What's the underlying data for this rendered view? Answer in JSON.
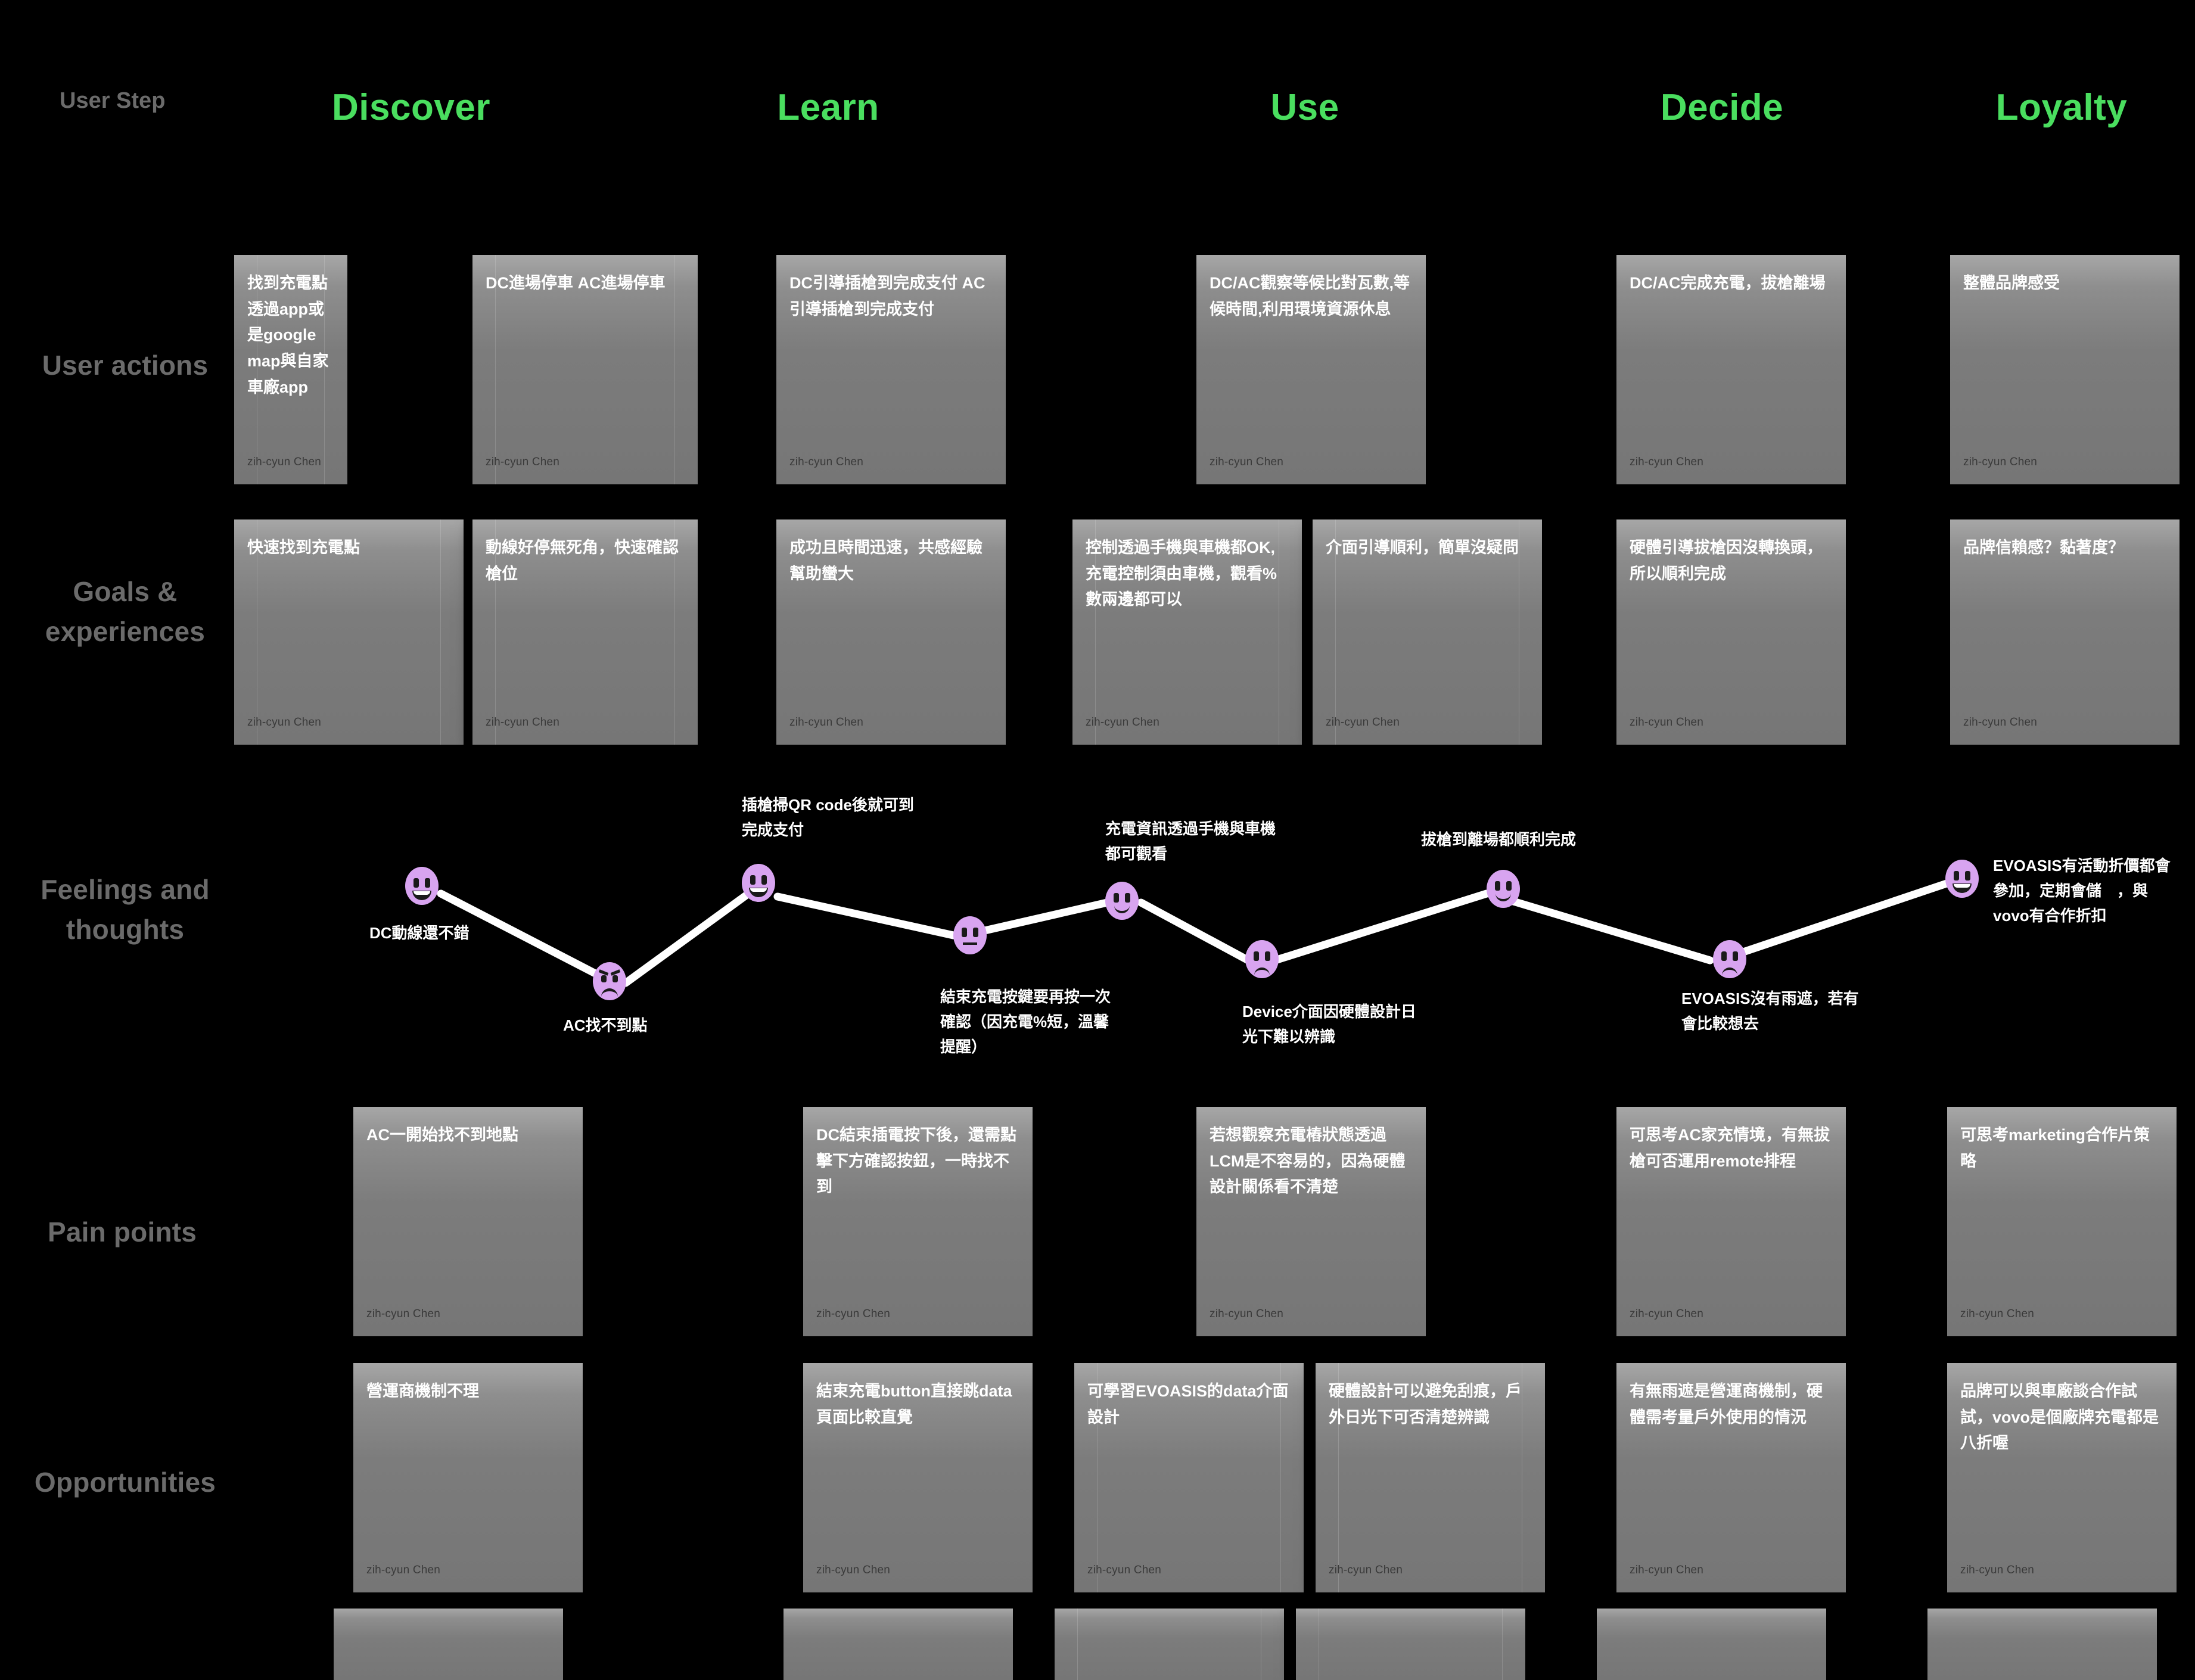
{
  "board": {
    "step_label": "User Step",
    "author": "zih-cyun Chen",
    "accent_green": "#4ade5f",
    "emoji_purple": "#d8a4f0",
    "card_gray": "#7c7c7c",
    "background": "#000000"
  },
  "columns": [
    {
      "label": "Discover"
    },
    {
      "label": "Learn"
    },
    {
      "label": "Use"
    },
    {
      "label": "Decide"
    },
    {
      "label": "Loyalty"
    }
  ],
  "rows": [
    {
      "label": "User actions"
    },
    {
      "label": "Goals &\nexperiences"
    },
    {
      "label": "Feelings and\nthoughts"
    },
    {
      "label": "Pain points"
    },
    {
      "label": "Opportunities"
    }
  ],
  "user_actions": [
    {
      "text": "找到充電點透過app或是google map與自家車廠app",
      "author": "zih-cyun Chen"
    },
    {
      "text": "DC進場停車\nAC進場停車",
      "author": "zih-cyun Chen"
    },
    {
      "text": "DC引導插槍到完成支付\nAC引導插槍到完成支付",
      "author": "zih-cyun Chen"
    },
    {
      "text": "DC/AC觀察等候比對瓦數,等候時間,利用環境資源休息",
      "author": "zih-cyun Chen"
    },
    {
      "text": "DC/AC完成充電，拔槍離場",
      "author": "zih-cyun Chen"
    },
    {
      "text": "整體品牌感受",
      "author": "zih-cyun Chen"
    }
  ],
  "goals_experiences": [
    {
      "text": "快速找到充電點",
      "author": "zih-cyun Chen"
    },
    {
      "text": "動線好停無死角，快速確認槍位",
      "author": "zih-cyun Chen"
    },
    {
      "text": "成功且時間迅速，共感經驗幫助蠻大",
      "author": "zih-cyun Chen"
    },
    {
      "text": "控制透過手機與車機都OK,充電控制須由車機，觀看%數兩邊都可以",
      "author": "zih-cyun Chen"
    },
    {
      "text": "介面引導順利，簡單沒疑問",
      "author": "zih-cyun Chen"
    },
    {
      "text": "硬體引導拔槍因沒轉換頭，所以順利完成",
      "author": "zih-cyun Chen"
    },
    {
      "text": "品牌信賴感？黏著度？",
      "author": "zih-cyun Chen"
    }
  ],
  "feelings": [
    {
      "mood": "grin",
      "note": "DC動線還不錯",
      "note_pos": "below"
    },
    {
      "mood": "angry",
      "note": "AC找不到點",
      "note_pos": "below"
    },
    {
      "mood": "grin",
      "note": "插槍掃QR code後就可到\n完成支付",
      "note_pos": "above"
    },
    {
      "mood": "neutral",
      "note": "結束充電按鍵要再按一次\n確認（因充電%短，溫馨\n提醒）",
      "note_pos": "below"
    },
    {
      "mood": "smile",
      "note": "充電資訊透過手機與車機\n都可觀看",
      "note_pos": "above"
    },
    {
      "mood": "sad",
      "note": "Device介面因硬體設計日\n光下難以辨識",
      "note_pos": "below"
    },
    {
      "mood": "smile",
      "note": "拔槍到離場都順利完成",
      "note_pos": "above"
    },
    {
      "mood": "sad",
      "note": "EVOASIS沒有雨遮，若有\n會比較想去",
      "note_pos": "below"
    },
    {
      "mood": "grin",
      "note": "EVOASIS有活動折價都會\n參加，定期會儲　，與\nvovo有合作折扣",
      "note_pos": "right"
    }
  ],
  "pain_points": [
    {
      "text": "AC一開始找不到地點",
      "author": "zih-cyun Chen"
    },
    {
      "text": "DC結束插電按下後，還需點擊下方確認按鈕，一時找不到",
      "author": "zih-cyun Chen"
    },
    {
      "text": "若想觀察充電樁狀態透過LCM是不容易的，因為硬體設計關係看不清楚",
      "author": "zih-cyun Chen"
    },
    {
      "text": "可思考AC家充情境，有無拔槍可否運用remote排程",
      "author": "zih-cyun Chen"
    },
    {
      "text": "可思考marketing合作片策略",
      "author": "zih-cyun Chen"
    }
  ],
  "opportunities": [
    {
      "text": "營運商機制不理",
      "author": "zih-cyun Chen"
    },
    {
      "text": "結束充電button直接跳data頁面比較直覺",
      "author": "zih-cyun Chen"
    },
    {
      "text": "可學習EVOASIS的data介面設計",
      "author": "zih-cyun Chen"
    },
    {
      "text": "硬體設計可以避免刮痕，戶外日光下可否清楚辨識",
      "author": "zih-cyun Chen"
    },
    {
      "text": "有無雨遮是營運商機制，硬體需考量戶外使用的情況",
      "author": "zih-cyun Chen"
    },
    {
      "text": "品牌可以與車廠談合作試試，vovo是個廠牌充電都是八折喔",
      "author": "zih-cyun Chen"
    }
  ]
}
